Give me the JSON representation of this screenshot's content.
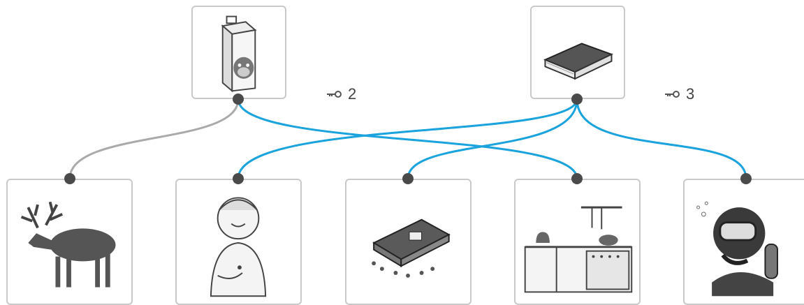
{
  "top_items": [
    {
      "id": "milk",
      "icon": "milk-carton-icon",
      "hint_count": "2"
    },
    {
      "id": "book",
      "icon": "book-icon",
      "hint_count": "3"
    }
  ],
  "bottom_items": [
    {
      "id": "moose",
      "icon": "moose-icon"
    },
    {
      "id": "belly",
      "icon": "boy-belly-icon"
    },
    {
      "id": "punch",
      "icon": "hole-punch-icon"
    },
    {
      "id": "kitchen",
      "icon": "kitchen-icon"
    },
    {
      "id": "diver",
      "icon": "diver-icon"
    }
  ],
  "hint_icon": "key-icon",
  "colors": {
    "active_link": "#1aa3dc",
    "inactive_link": "#aaaaaa",
    "dot": "#4a4a4a",
    "card_border": "#c9c9c9"
  },
  "connections": [
    {
      "from": "milk",
      "to": "moose",
      "state": "inactive"
    },
    {
      "from": "milk",
      "to": "kitchen",
      "state": "active"
    },
    {
      "from": "book",
      "to": "belly",
      "state": "active"
    },
    {
      "from": "book",
      "to": "punch",
      "state": "active"
    },
    {
      "from": "book",
      "to": "diver",
      "state": "active"
    }
  ]
}
